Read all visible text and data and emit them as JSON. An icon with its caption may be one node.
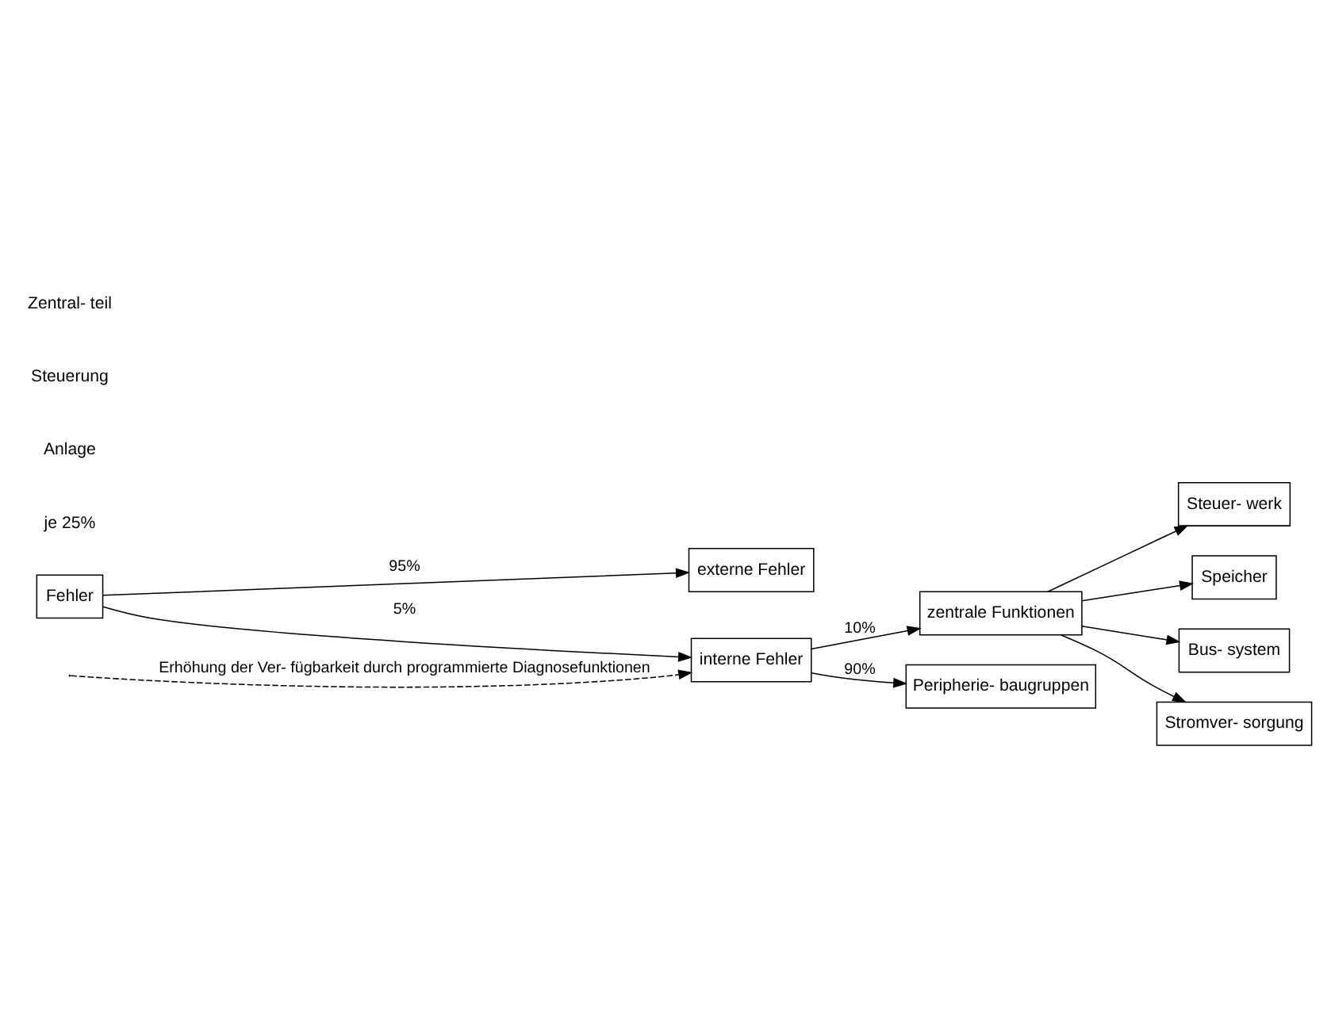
{
  "diagram": {
    "nodes": [
      {
        "text": [
          "Fehler"
        ]
      },
      {
        "text": [
          "interne Fehler"
        ]
      },
      {
        "text": [
          "externe Fehler"
        ]
      },
      {
        "text": [
          "zentrale Funktionen"
        ]
      },
      {
        "text": [
          "Peripherie- baugruppen"
        ]
      },
      {
        "text": [
          "Steuer- werk"
        ]
      },
      {
        "text": [
          "Speicher"
        ]
      },
      {
        "text": [
          "Bus- system"
        ]
      },
      {
        "text": [
          "Stromver- sorgung"
        ]
      }
    ],
    "edges": [
      {
        "from": 0,
        "to": 1,
        "arrow": "to",
        "label": "5%"
      },
      {
        "from": 0,
        "to": 2,
        "arrow": "to",
        "label": "95%"
      },
      {
        "from": 1,
        "to": 3,
        "arrow": "to",
        "label": "10%"
      },
      {
        "from": 1,
        "to": 4,
        "arrow": "to",
        "label": "90%"
      },
      {
        "from": 3,
        "to": 5,
        "arrow": "to"
      },
      {
        "from": 3,
        "to": 6,
        "arrow": "to"
      },
      {
        "from": 3,
        "to": 7,
        "arrow": "to"
      },
      {
        "from": 3,
        "to": 8,
        "arrow": "to"
      },
      {
        "from": null,
        "to": 1,
        "arrow": "to",
        "style": "dashed",
        "label": "Erhöhung der Ver- fügbarkeit durch programmierte Diagnosefunktionen"
      }
    ],
    "labels": [
      "je 25%",
      "Anlage",
      "Steuerung",
      "Zentral- teil"
    ]
  }
}
